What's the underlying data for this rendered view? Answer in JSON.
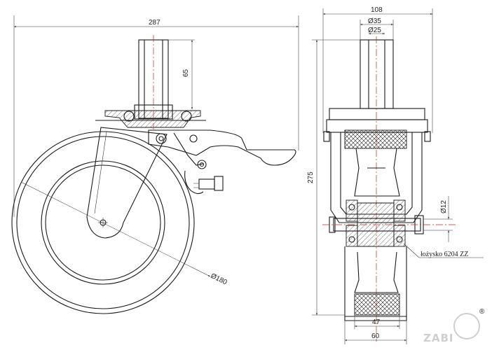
{
  "dimensions": {
    "overall_width": "287",
    "stem_height": "65",
    "wheel_diameter": "Ø180",
    "bracket_width": "108",
    "stem_outer_dia": "Ø35",
    "stem_inner_dia": "Ø25",
    "overall_height": "275",
    "axle_dia": "Ø12",
    "tread_width": "47",
    "wheel_width": "60"
  },
  "labels": {
    "bearing": "łożysko 6204 ZZ"
  },
  "logo": {
    "text": "ZABI",
    "mark": "®"
  }
}
